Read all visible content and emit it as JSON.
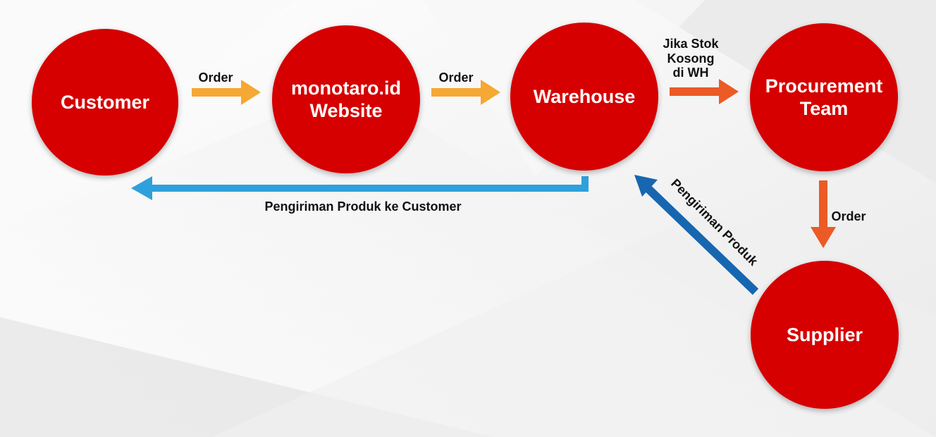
{
  "colors": {
    "node_fill": "#d60000",
    "order_arrow": "#f5a833",
    "procurement_arrow": "#ec5a26",
    "delivery_arrow_light": "#2ea0dc",
    "delivery_arrow_dark": "#1766b0"
  },
  "nodes": {
    "customer": "Customer",
    "website": "monotaro.id\nWebsite",
    "warehouse": "Warehouse",
    "procurement": "Procurement\nTeam",
    "supplier": "Supplier"
  },
  "edges": {
    "customer_to_website": "Order",
    "website_to_warehouse": "Order",
    "warehouse_to_procurement": "Jika Stok\nKosong\ndi WH",
    "procurement_to_supplier": "Order",
    "supplier_to_warehouse": "Pengiriman Produk",
    "warehouse_to_customer": "Pengiriman Produk ke Customer"
  }
}
